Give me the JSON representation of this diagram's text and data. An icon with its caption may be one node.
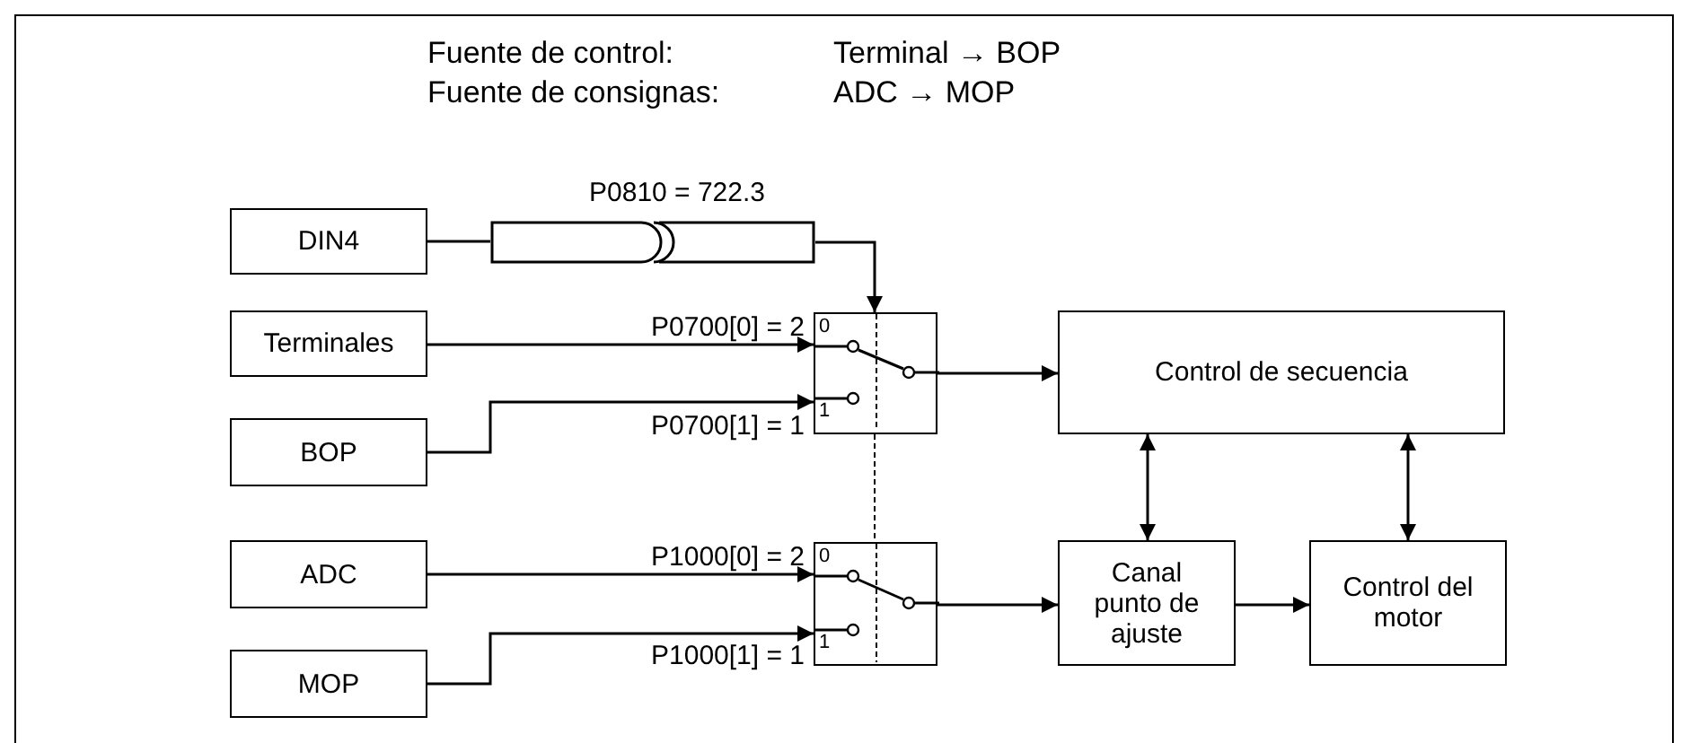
{
  "diagram": {
    "nodes": [
      {
        "text": [
          "DIN4"
        ]
      },
      {
        "text": [],
        "shape": "box",
        "beside": [
          "P0810 = 722.3"
        ]
      },
      {
        "text": [
          "Terminales"
        ]
      },
      {
        "text": [
          "BOP"
        ]
      },
      {
        "text": [
          "ADC"
        ]
      },
      {
        "text": [
          "MOP"
        ]
      },
      {
        "text": [
          "0",
          "1"
        ]
      },
      {
        "text": [
          "Control de secuencia"
        ]
      },
      {
        "text": [
          "0",
          "1"
        ]
      },
      {
        "text": [
          "Canal punto de ajuste"
        ]
      },
      {
        "text": [
          "Control del motor"
        ]
      }
    ],
    "edges": [
      {
        "from": 0,
        "to": 1,
        "arrow": "none"
      },
      {
        "from": 1,
        "to": 6,
        "arrow": "to"
      },
      {
        "from": 2,
        "to": 6,
        "arrow": "to",
        "label": "P0700[0] = 2"
      },
      {
        "from": 3,
        "to": 6,
        "arrow": "to",
        "label": "P0700[1] = 1"
      },
      {
        "from": 4,
        "to": 8,
        "arrow": "to",
        "label": "P1000[0] = 2"
      },
      {
        "from": 5,
        "to": 8,
        "arrow": "to",
        "label": "P1000[1] = 1"
      },
      {
        "from": 6,
        "to": 7,
        "arrow": "to"
      },
      {
        "from": 8,
        "to": 9,
        "arrow": "to"
      },
      {
        "from": 7,
        "to": 9,
        "arrow": "both"
      },
      {
        "from": 7,
        "to": 10,
        "arrow": "both"
      },
      {
        "from": 9,
        "to": 10,
        "arrow": "to"
      },
      {
        "from": 6,
        "to": 8,
        "arrow": "none",
        "style": "dashed"
      }
    ],
    "labels": [
      "Fuente de control:",
      "Terminal → BOP",
      "Fuente de consignas:",
      "ADC → MOP"
    ]
  }
}
